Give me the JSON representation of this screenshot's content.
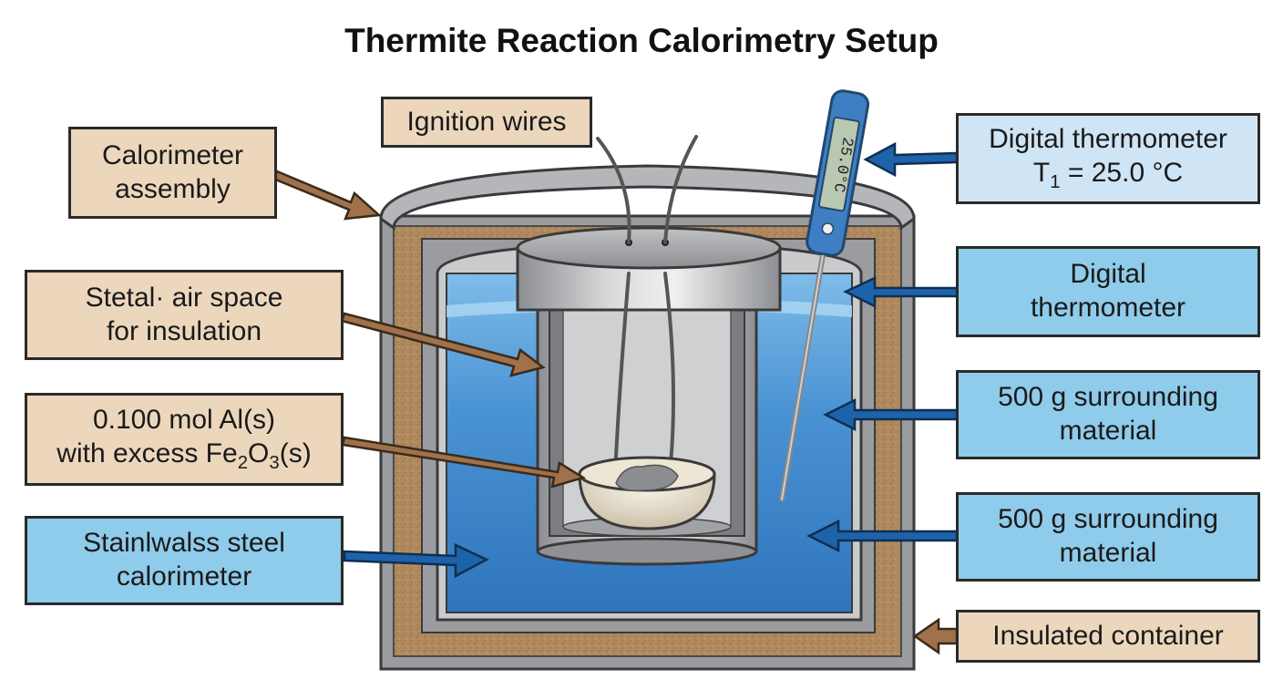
{
  "title": "Thermite Reaction Calorimetry Setup",
  "labels": {
    "ignition": "Ignition wires",
    "calorimeter_assembly": {
      "line1": "Calorimeter",
      "line2": "assembly"
    },
    "air_space": {
      "line1": "Stetal· air space",
      "line2": "for insulation"
    },
    "sample": {
      "line1": "0.100 mol Al(s)",
      "line2_prefix": "with excess Fe",
      "sub1": "2",
      "mid": "O",
      "sub2": "3",
      "suffix": "(s)"
    },
    "steel_calorimeter": {
      "line1": "Stainlwalss steel",
      "line2": "calorimeter"
    },
    "thermometer_reading": {
      "line1": "Digital thermometer",
      "t_symbol": "T",
      "t_sub": "1",
      "t_value": " = 25.0 °C"
    },
    "thermometer": {
      "line1": "Digital",
      "line2": "thermometer"
    },
    "surrounding_1": {
      "line1": "500 g surrounding",
      "line2": "material"
    },
    "surrounding_2": {
      "line1": "500 g surrounding",
      "line2": "material"
    },
    "insulated": "Insulated container"
  },
  "thermometer_display": "25.0°C",
  "colors": {
    "tan_label": "#ecd7bd",
    "blue_label": "#8fcbea",
    "light_blue_label": "#cfe4f4",
    "insulation": "#b08a5e",
    "water": "#3d86cc",
    "metal": "#a7a9ac",
    "arrow_tan": "#a0714a",
    "arrow_blue": "#1e63aa"
  }
}
